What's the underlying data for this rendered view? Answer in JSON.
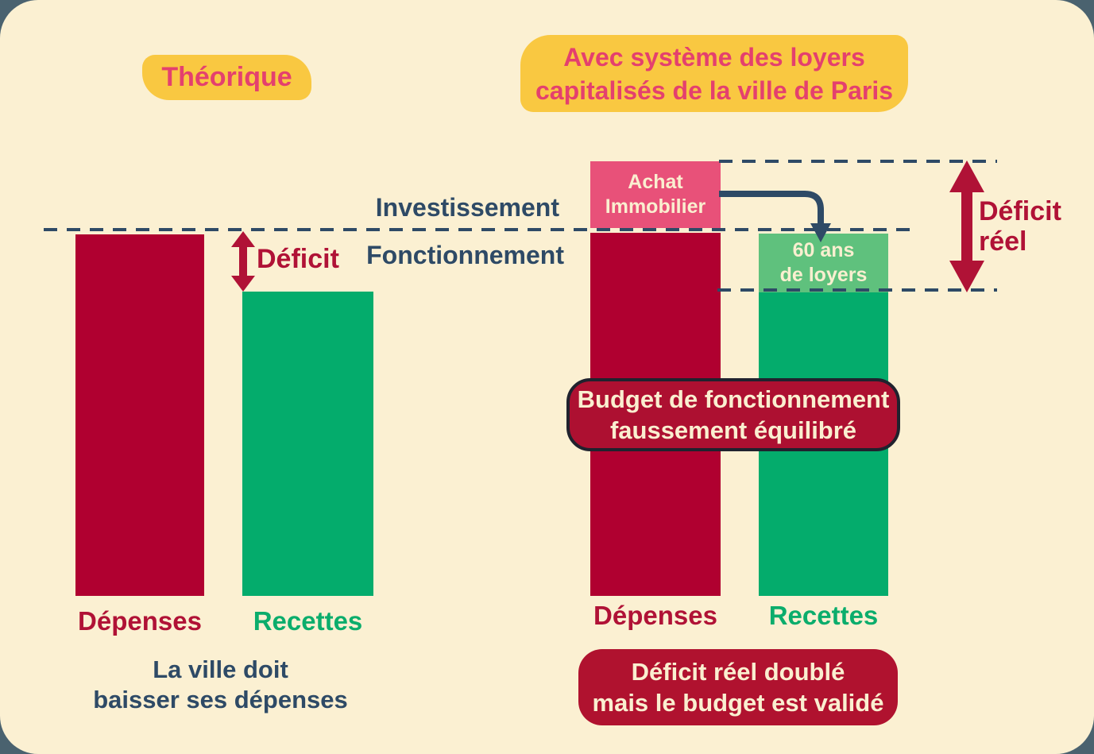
{
  "colors": {
    "outer_background": "#4A626F",
    "card_background": "#FBF0D2",
    "yellow_chip": "#F9C841",
    "pink_title_text": "#E4406E",
    "navy": "#2E4A66",
    "dark_red": "#B01236",
    "red_bar": "#B00030",
    "green_bar": "#04AC6C",
    "light_green_box": "#5FC17D",
    "pink_box": "#E85179",
    "cream_text": "#FAEFD0"
  },
  "divider": {
    "above_label": "Investissement",
    "below_label": "Fonctionnement"
  },
  "left": {
    "title": "Théorique",
    "deficit_label": "Déficit",
    "depenses_label": "Dépenses",
    "recettes_label": "Recettes",
    "caption": [
      "La ville doit",
      "baisser ses dépenses"
    ]
  },
  "right": {
    "title": [
      "Avec système des loyers",
      "capitalisés de la ville de Paris"
    ],
    "achat_box": [
      "Achat",
      "Immobilier"
    ],
    "loyers_box": [
      "60 ans",
      "de loyers"
    ],
    "depenses_label": "Dépenses",
    "recettes_label": "Recettes",
    "middle_box": [
      "Budget de fonctionnement",
      "faussement équilibré"
    ],
    "deficit_reel": [
      "Déficit",
      "réel"
    ],
    "caption": [
      "Déficit réel doublé",
      "mais le budget est validé"
    ]
  }
}
